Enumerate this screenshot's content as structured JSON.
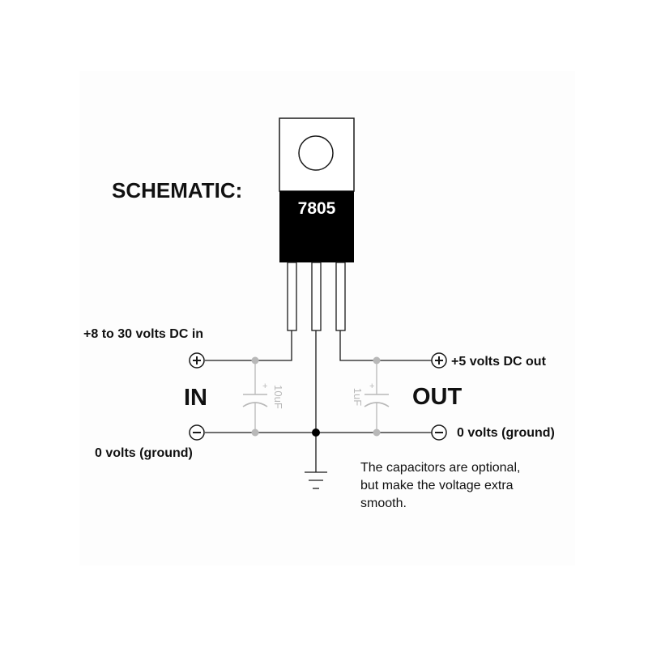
{
  "title": "SCHEMATIC:",
  "chip": {
    "label": "7805"
  },
  "input": {
    "label": "IN",
    "voltage_label": "+8 to 30 volts DC in",
    "ground_label": "0 volts (ground)",
    "capacitor_label": "10uF"
  },
  "output": {
    "label": "OUT",
    "voltage_label": "+5 volts DC out",
    "ground_label": "0 volts (ground)",
    "capacitor_label": "1uF"
  },
  "note": {
    "line1": "The capacitors are optional,",
    "line2": "but make the voltage extra",
    "line3": "smooth."
  },
  "colors": {
    "background": "#ffffff",
    "panel": "#fdfdfd",
    "wire": "#1a1a1a",
    "chip_body": "#000000",
    "chip_tab": "#ffffff",
    "chip_text": "#ffffff",
    "capacitor": "#b8b8b8",
    "junction": "#000000"
  }
}
